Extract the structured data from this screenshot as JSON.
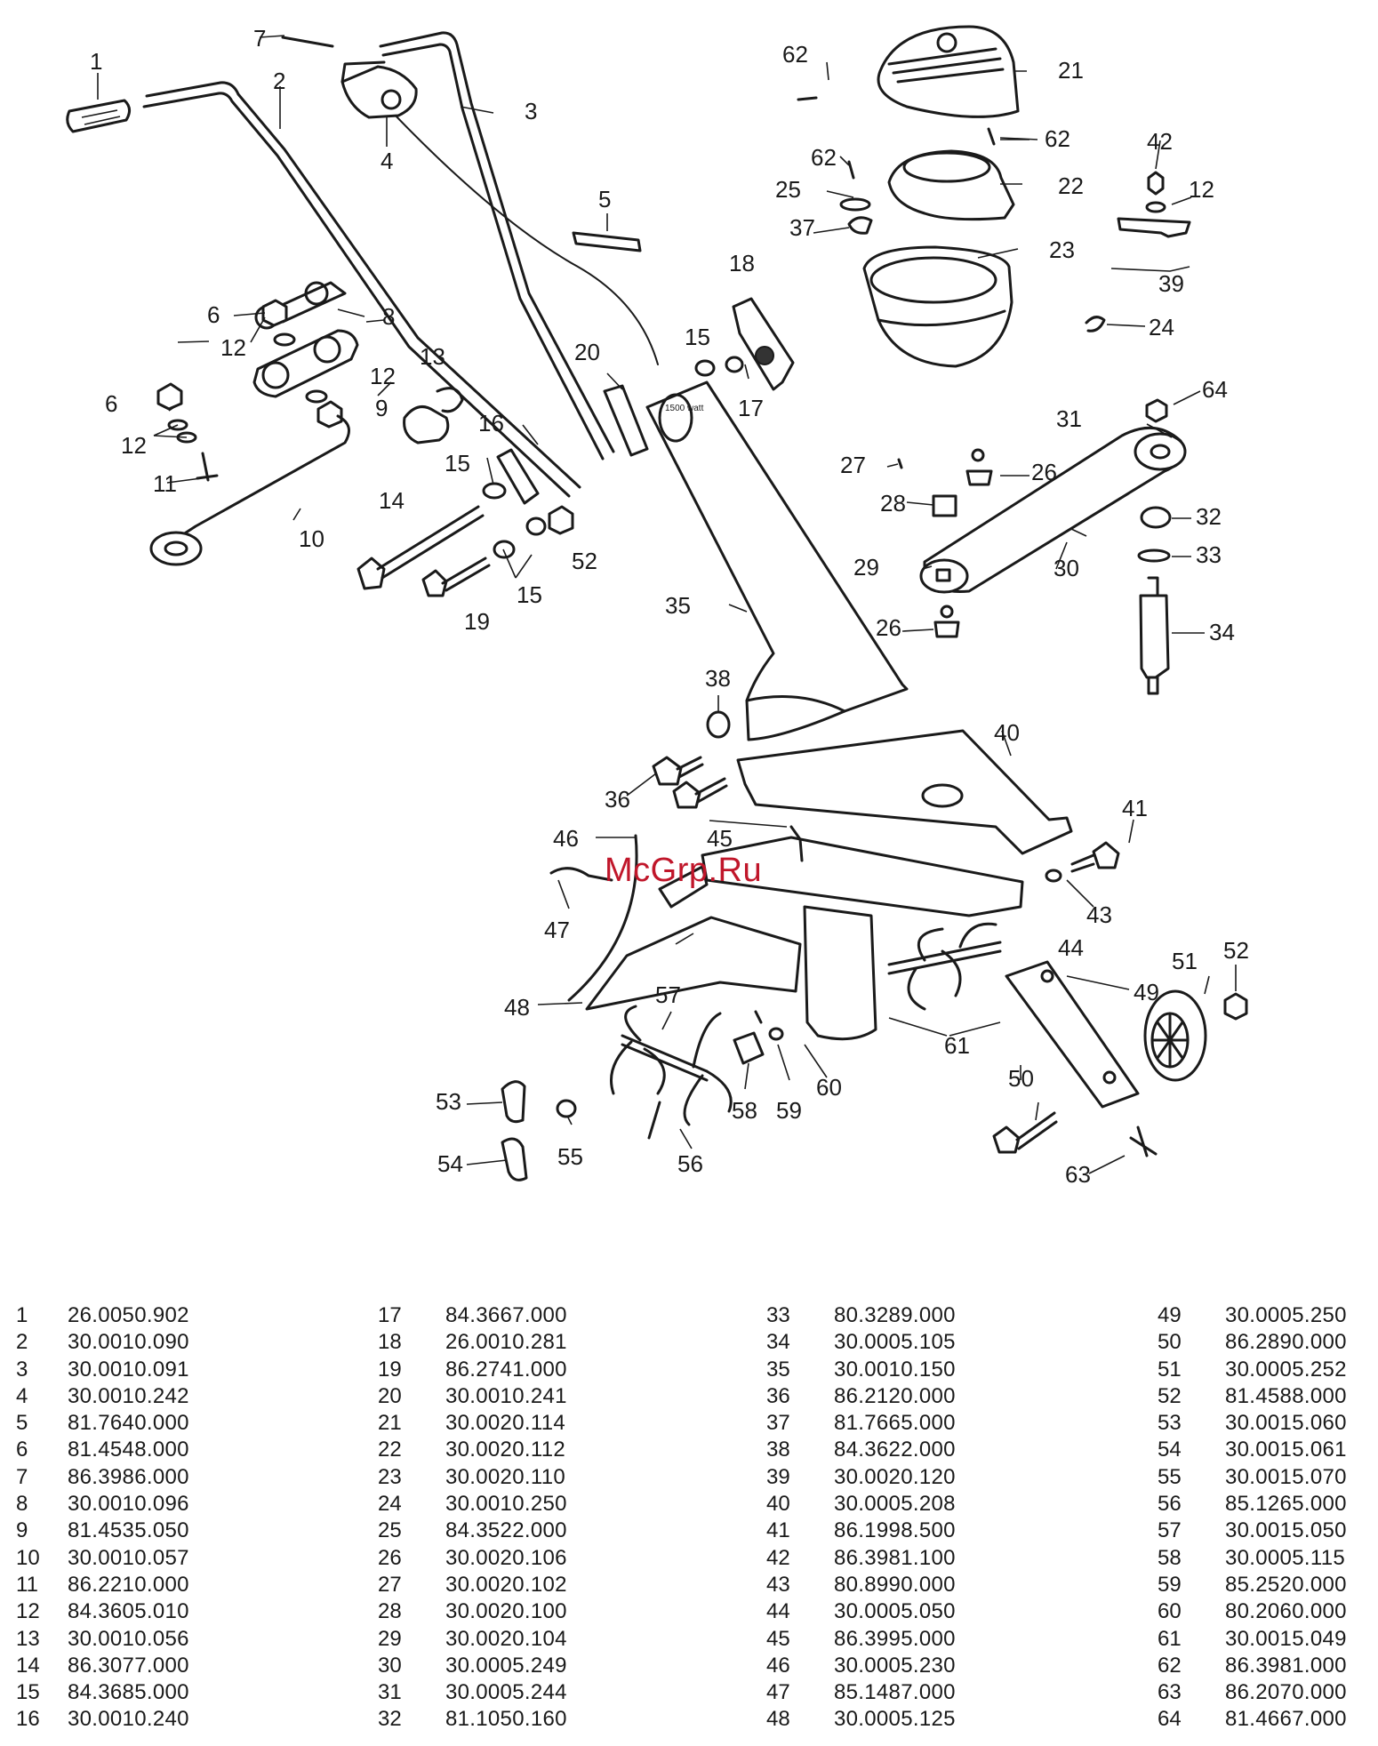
{
  "watermark": "McGrp.Ru",
  "diagram": {
    "callouts": [
      "1",
      "2",
      "3",
      "4",
      "5",
      "6",
      "6",
      "7",
      "8",
      "9",
      "10",
      "11",
      "12",
      "12",
      "12",
      "12",
      "13",
      "14",
      "15",
      "15",
      "15",
      "16",
      "17",
      "18",
      "19",
      "20",
      "21",
      "22",
      "23",
      "24",
      "25",
      "26",
      "26",
      "27",
      "28",
      "29",
      "30",
      "31",
      "32",
      "33",
      "34",
      "35",
      "36",
      "37",
      "38",
      "39",
      "40",
      "41",
      "42",
      "43",
      "44",
      "45",
      "46",
      "47",
      "48",
      "49",
      "50",
      "51",
      "52",
      "52",
      "53",
      "54",
      "55",
      "56",
      "57",
      "58",
      "59",
      "60",
      "61",
      "62",
      "62",
      "62",
      "63",
      "64"
    ],
    "motor_label": "1500 watt"
  },
  "parts": [
    {
      "no": "1",
      "code": "26.0050.902"
    },
    {
      "no": "2",
      "code": "30.0010.090"
    },
    {
      "no": "3",
      "code": "30.0010.091"
    },
    {
      "no": "4",
      "code": "30.0010.242"
    },
    {
      "no": "5",
      "code": "81.7640.000"
    },
    {
      "no": "6",
      "code": "81.4548.000"
    },
    {
      "no": "7",
      "code": "86.3986.000"
    },
    {
      "no": "8",
      "code": "30.0010.096"
    },
    {
      "no": "9",
      "code": "81.4535.050"
    },
    {
      "no": "10",
      "code": "30.0010.057"
    },
    {
      "no": "11",
      "code": "86.2210.000"
    },
    {
      "no": "12",
      "code": "84.3605.010"
    },
    {
      "no": "13",
      "code": "30.0010.056"
    },
    {
      "no": "14",
      "code": "86.3077.000"
    },
    {
      "no": "15",
      "code": "84.3685.000"
    },
    {
      "no": "16",
      "code": "30.0010.240"
    },
    {
      "no": "17",
      "code": "84.3667.000"
    },
    {
      "no": "18",
      "code": "26.0010.281"
    },
    {
      "no": "19",
      "code": "86.2741.000"
    },
    {
      "no": "20",
      "code": "30.0010.241"
    },
    {
      "no": "21",
      "code": "30.0020.114"
    },
    {
      "no": "22",
      "code": "30.0020.112"
    },
    {
      "no": "23",
      "code": "30.0020.110"
    },
    {
      "no": "24",
      "code": "30.0010.250"
    },
    {
      "no": "25",
      "code": "84.3522.000"
    },
    {
      "no": "26",
      "code": "30.0020.106"
    },
    {
      "no": "27",
      "code": "30.0020.102"
    },
    {
      "no": "28",
      "code": "30.0020.100"
    },
    {
      "no": "29",
      "code": "30.0020.104"
    },
    {
      "no": "30",
      "code": "30.0005.249"
    },
    {
      "no": "31",
      "code": "30.0005.244"
    },
    {
      "no": "32",
      "code": "81.1050.160"
    },
    {
      "no": "33",
      "code": "80.3289.000"
    },
    {
      "no": "34",
      "code": "30.0005.105"
    },
    {
      "no": "35",
      "code": "30.0010.150"
    },
    {
      "no": "36",
      "code": "86.2120.000"
    },
    {
      "no": "37",
      "code": "81.7665.000"
    },
    {
      "no": "38",
      "code": "84.3622.000"
    },
    {
      "no": "39",
      "code": "30.0020.120"
    },
    {
      "no": "40",
      "code": "30.0005.208"
    },
    {
      "no": "41",
      "code": "86.1998.500"
    },
    {
      "no": "42",
      "code": "86.3981.100"
    },
    {
      "no": "43",
      "code": "80.8990.000"
    },
    {
      "no": "44",
      "code": "30.0005.050"
    },
    {
      "no": "45",
      "code": "86.3995.000"
    },
    {
      "no": "46",
      "code": "30.0005.230"
    },
    {
      "no": "47",
      "code": "85.1487.000"
    },
    {
      "no": "48",
      "code": "30.0005.125"
    },
    {
      "no": "49",
      "code": "30.0005.250"
    },
    {
      "no": "50",
      "code": "86.2890.000"
    },
    {
      "no": "51",
      "code": "30.0005.252"
    },
    {
      "no": "52",
      "code": "81.4588.000"
    },
    {
      "no": "53",
      "code": "30.0015.060"
    },
    {
      "no": "54",
      "code": "30.0015.061"
    },
    {
      "no": "55",
      "code": "30.0015.070"
    },
    {
      "no": "56",
      "code": "85.1265.000"
    },
    {
      "no": "57",
      "code": "30.0015.050"
    },
    {
      "no": "58",
      "code": "30.0005.115"
    },
    {
      "no": "59",
      "code": "85.2520.000"
    },
    {
      "no": "60",
      "code": "80.2060.000"
    },
    {
      "no": "61",
      "code": "30.0015.049"
    },
    {
      "no": "62",
      "code": "86.3981.000"
    },
    {
      "no": "63",
      "code": "86.2070.000"
    },
    {
      "no": "64",
      "code": "81.4667.000"
    }
  ]
}
